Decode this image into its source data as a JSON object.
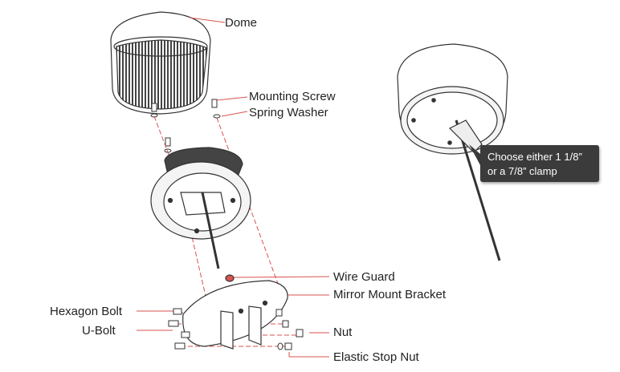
{
  "labels": {
    "dome": "Dome",
    "mounting_screw": "Mounting Screw",
    "spring_washer": "Spring Washer",
    "wire_guard": "Wire Guard",
    "mirror_mount_bracket": "Mirror Mount Bracket",
    "hexagon_bolt": "Hexagon Bolt",
    "u_bolt": "U-Bolt",
    "nut": "Nut",
    "elastic_stop_nut": "Elastic Stop Nut"
  },
  "callout": {
    "line1": "Choose either 1 1/8”",
    "line2": "or a 7/8” clamp"
  },
  "colors": {
    "leader_line": "#d9534f",
    "outline": "#333333",
    "callout_bg": "#3b3b3b"
  }
}
